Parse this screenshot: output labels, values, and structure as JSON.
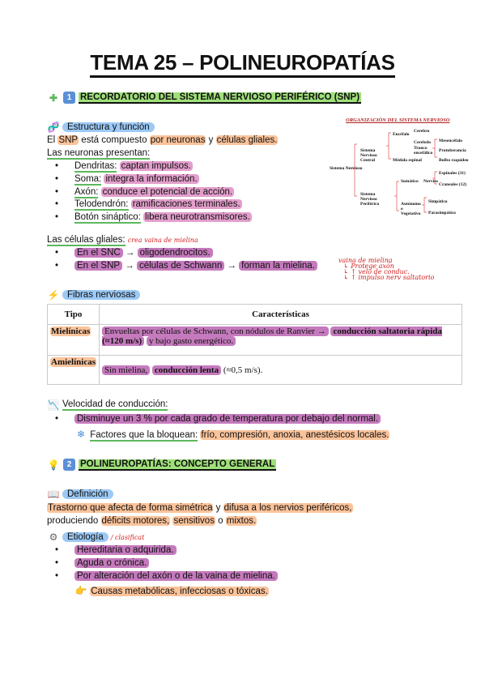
{
  "title": "TEMA 25 – POLINEUROPATÍAS",
  "section1": {
    "num": "1",
    "heading": "RECORDATORIO DEL SISTEMA NERVIOSO PERIFÉRICO (SNP)",
    "structure": {
      "label": "Estructura y función",
      "line1_a": "El",
      "line1_snp": "SNP",
      "line1_b": "está compuesto",
      "line1_c": "por neuronas",
      "line1_d": "y",
      "line1_e": "células gliales.",
      "neuron_intro": "Las neuronas presentan:",
      "parts": [
        {
          "term": "Dendritas:",
          "desc": "captan impulsos."
        },
        {
          "term": "Soma:",
          "desc": "integra la información."
        },
        {
          "term": "Axón:",
          "desc": "conduce el potencial de acción."
        },
        {
          "term": "Telodendrón:",
          "desc": "ramificaciones terminales."
        },
        {
          "term": "Botón sináptico:",
          "desc": "libera neurotransmisores."
        }
      ],
      "glia_intro": "Las células gliales:",
      "glia_note": "crea vaina de mielina",
      "snc_a": "En el SNC",
      "snc_b": "oligodendrocitos.",
      "snp_a": "En el SNP",
      "snp_b": "células de Schwann",
      "snp_c": "forman la mielina.",
      "notes": [
        "vaina de mielina",
        "↳ Protege axón",
        "↳ ↑ velo de conduc.",
        "↳ ↑ impulso nerv saltatorio"
      ]
    },
    "fibers": {
      "label": "Fibras nerviosas",
      "col_tipo": "Tipo",
      "col_car": "Características",
      "rows": [
        {
          "tipo": "Mielínicas",
          "a": "Envueltas por células de Schwann, con nódulos de Ranvier →",
          "b": "conducción saltatoria rápida (≈120 m/s)",
          "c": "y bajo gasto energético."
        },
        {
          "tipo": "Amielínicas",
          "a": "Sin mielina,",
          "b": "conducción lenta",
          "c": "(≈0,5 m/s)."
        }
      ]
    },
    "velocity": {
      "label": "Velocidad de conducción:",
      "bullet": "Disminuye un 3 % por cada grado de temperatura por debajo del normal.",
      "factors_label": "Factores que la bloquean:",
      "factors": "frío, compresión, anoxia, anestésicos locales."
    }
  },
  "section2": {
    "num": "2",
    "heading": "POLINEUROPATÍAS: CONCEPTO GENERAL",
    "definition": {
      "label": "Definición",
      "line1_a": "Trastorno que afecta de forma simétrica",
      "line1_b": "y",
      "line1_c": "difusa a los nervios periféricos,",
      "line2_a": "produciendo",
      "line2_b": "déficits motores,",
      "line2_c": "sensitivos",
      "line2_d": "o",
      "line2_e": "mixtos."
    },
    "etiology": {
      "label": "Etiología",
      "note": "/ clasificat",
      "items": [
        "Hereditaria o adquirida.",
        "Aguda o crónica.",
        "Por alteración del axón o de la vaina de mielina."
      ],
      "causes": "Causas metabólicas, infecciosas o tóxicas."
    }
  },
  "diagram": {
    "title": "ORGANIZACIÓN DEL SISTEMA NERVIOSO",
    "root": "Sistema Nervioso",
    "central": "Sistema Nervioso Central",
    "encefalo": "Encéfalo",
    "cerebro": "Cerebro",
    "cerebelo": "Cerebelo",
    "tronco": "Tronco encefálico",
    "mesencefalo": "Mesencéfalo",
    "protuberancia": "Protuberancia",
    "bulbo": "Bulbo raquídeo",
    "medula": "Médula espinal",
    "periferico": "Sistema Nervioso Periférico",
    "somatico": "Somático",
    "nervios": "Nervios",
    "espinales": "Espinales (31)",
    "craneales": "Craneales (12)",
    "autonomo": "Autónomo o Vegetativo",
    "simpatico": "Simpático",
    "parasimpatico": "Parasimpático"
  },
  "colors": {
    "orange": "#fbc39a",
    "pink": "#e39fcc",
    "purple": "#c57abd",
    "blue": "#9cc9f5",
    "green": "#9fe07a"
  }
}
